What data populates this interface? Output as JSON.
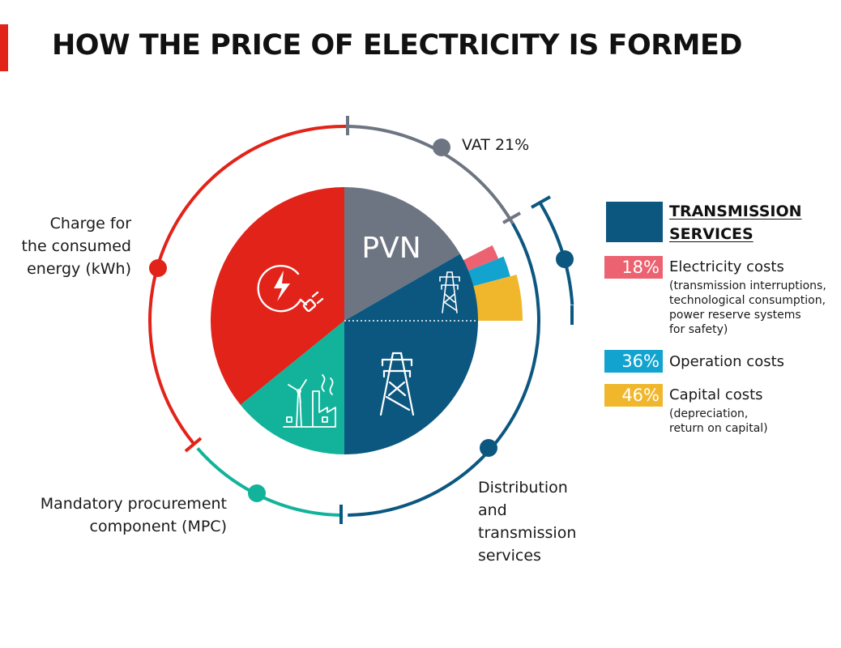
{
  "title": "HOW THE PRICE OF ELECTRICITY IS FORMED",
  "colors": {
    "accent_red": "#e2231a",
    "pvn_grey": "#6e7582",
    "transmission_blue": "#0c5780",
    "mpc_teal": "#12b39a",
    "electricity_pink": "#ec6271",
    "operation_cyan": "#12a3cf",
    "capital_yellow": "#f0b72c"
  },
  "pie": {
    "center_label": "PVN",
    "icons": [
      "plug-lightning-icon",
      "transmission-tower-icon",
      "power-plant-icon"
    ]
  },
  "ring_labels": {
    "vat": "VAT 21%",
    "charge": "Charge for\nthe consumed\nenergy (kWh)",
    "mpc": "Mandatory procurement\ncomponent (MPC)",
    "distribution": "Distribution\nand\ntransmission\nservices"
  },
  "legend": {
    "header": "TRANSMISSION\nSERVICES",
    "items": [
      {
        "percent": "18%",
        "value": 18,
        "title": "Electricity costs",
        "description": "(transmission interruptions,\ntechnological consumption,\npower reserve systems\nfor safety)"
      },
      {
        "percent": "36%",
        "value": 36,
        "title": "Operation costs",
        "description": ""
      },
      {
        "percent": "46%",
        "value": 46,
        "title": "Capital costs",
        "description": "(depreciation,\nreturn on capital)"
      }
    ]
  }
}
